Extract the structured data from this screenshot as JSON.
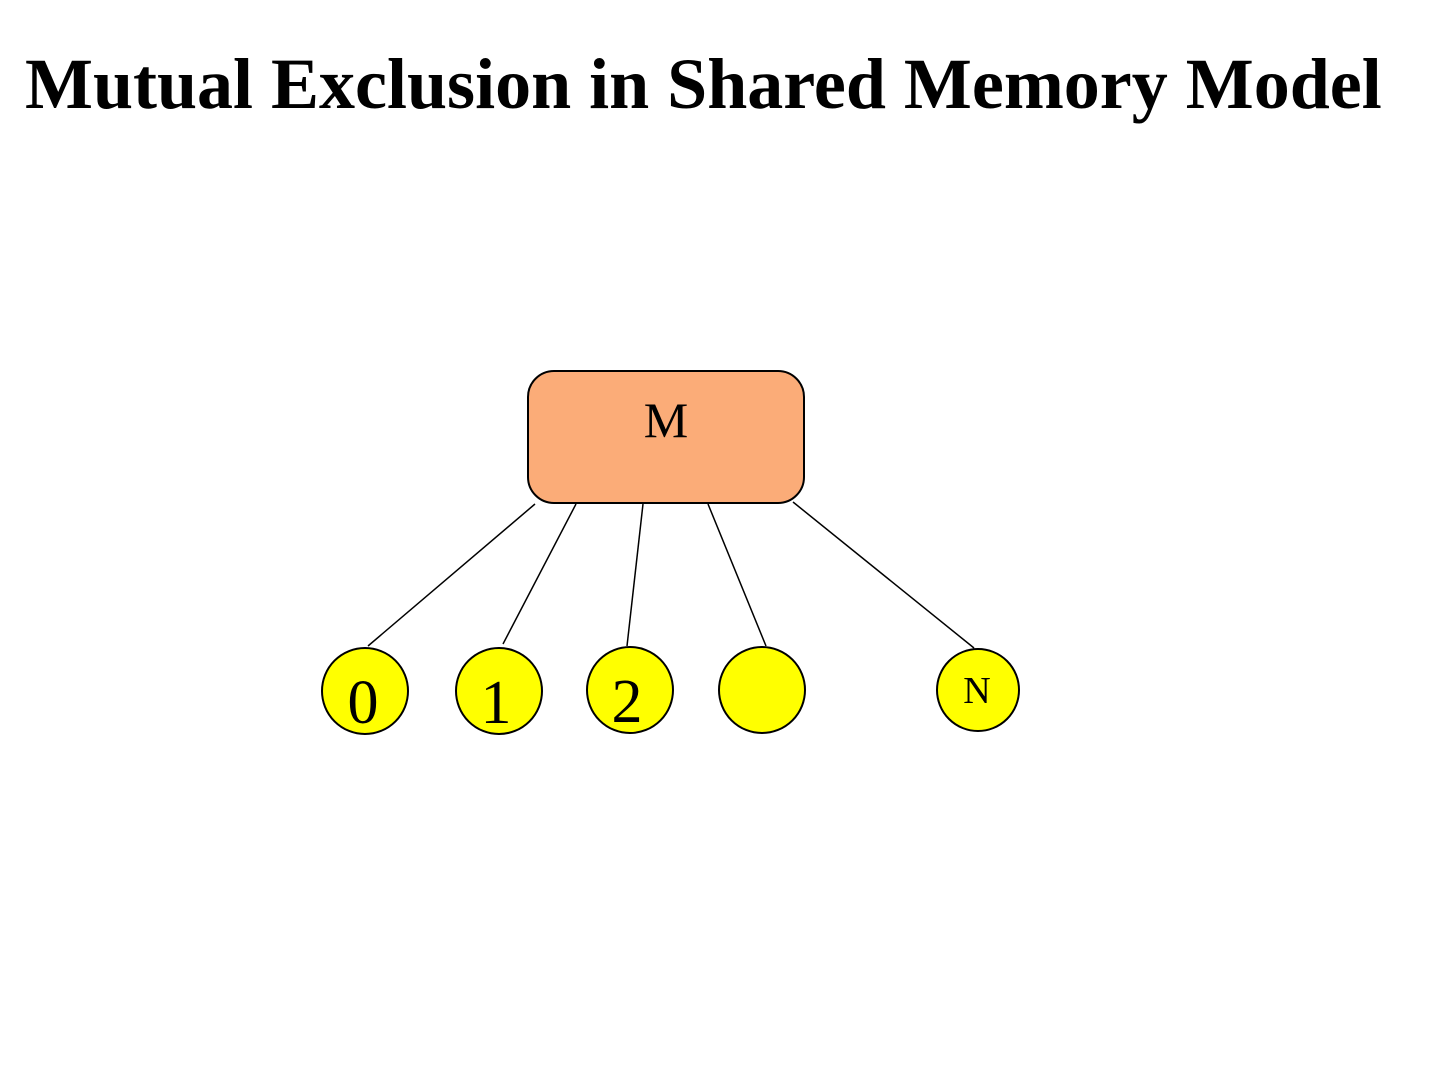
{
  "slide": {
    "title": "Mutual Exclusion in Shared Memory Model"
  },
  "diagram": {
    "memory": {
      "label": "M"
    },
    "processes": [
      {
        "label": "0"
      },
      {
        "label": "1"
      },
      {
        "label": "2"
      },
      {
        "label": ""
      },
      {
        "label": "N"
      }
    ],
    "colors": {
      "memory_fill": "#FBAC78",
      "process_fill": "#FFFF00",
      "outline": "#000000"
    }
  }
}
